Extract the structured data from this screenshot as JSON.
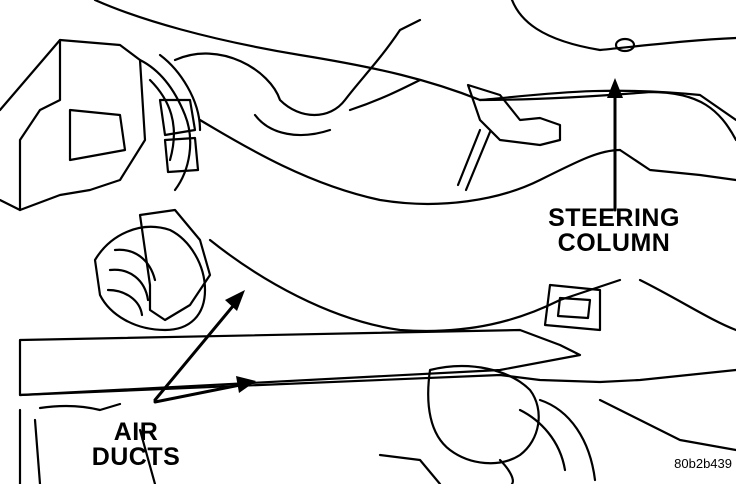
{
  "callouts": {
    "steering_column": {
      "line1": "STEERING",
      "line2": "COLUMN"
    },
    "air_ducts": {
      "line1": "AIR",
      "line2": "DUCTS"
    }
  },
  "figure_id": "80b2b439",
  "colors": {
    "ink": "#000000",
    "paper": "#ffffff"
  }
}
